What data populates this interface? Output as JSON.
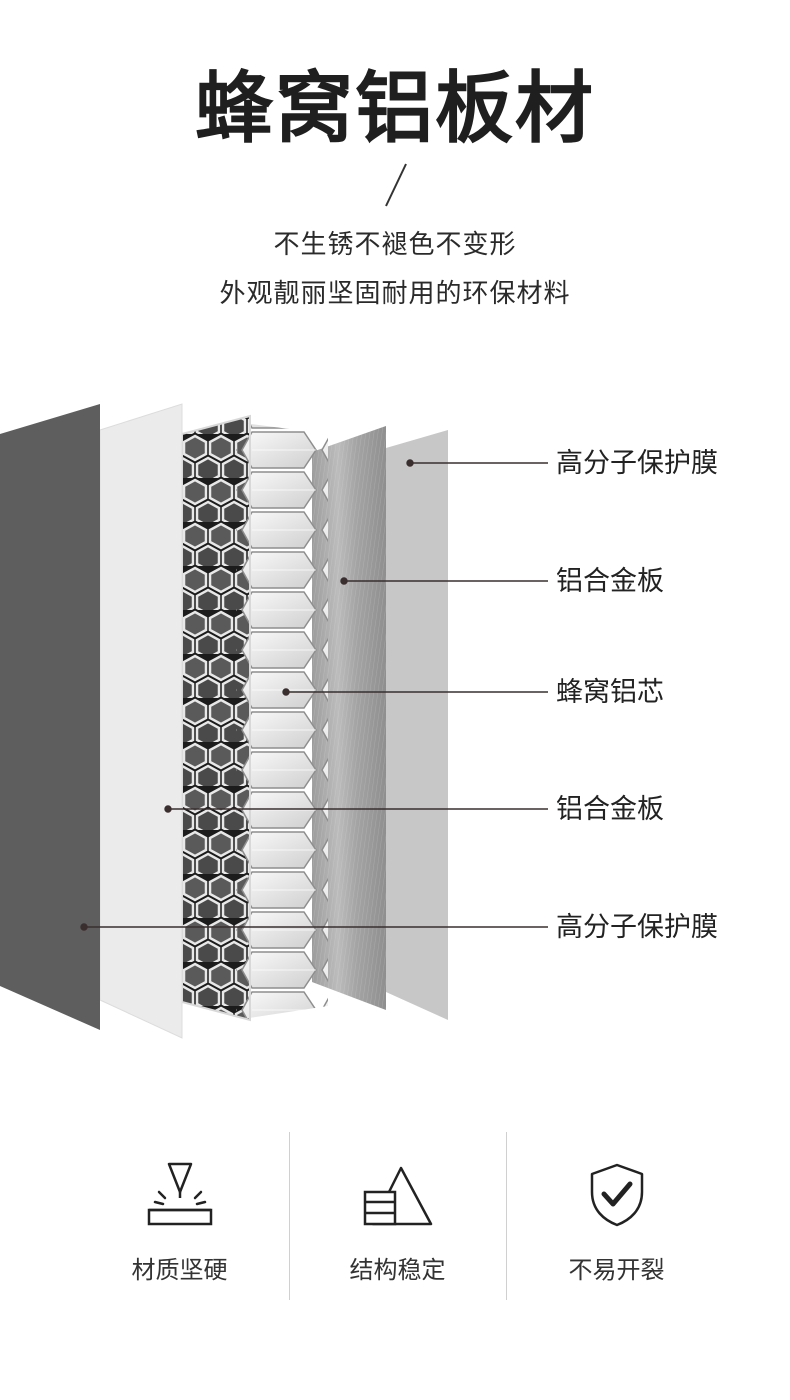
{
  "header": {
    "title": "蜂窝铝板材",
    "subtitle_line1": "不生锈不褪色不变形",
    "subtitle_line2": "外观靓丽坚固耐用的环保材料"
  },
  "layers": [
    {
      "label": "高分子保护膜"
    },
    {
      "label": "铝合金板"
    },
    {
      "label": "蜂窝铝芯"
    },
    {
      "label": "铝合金板"
    },
    {
      "label": "高分子保护膜"
    }
  ],
  "features": [
    {
      "label": "材质坚硬",
      "icon": "hardness-icon"
    },
    {
      "label": "结构稳定",
      "icon": "structure-icon"
    },
    {
      "label": "不易开裂",
      "icon": "shield-check-icon"
    }
  ],
  "colors": {
    "outer_film": "#5e5e5e",
    "alloy_panel": "#ececec",
    "brushed_panel": "#a9a9a9",
    "back_film": "#c9c9c9",
    "leader_line": "#3a2e2e"
  }
}
